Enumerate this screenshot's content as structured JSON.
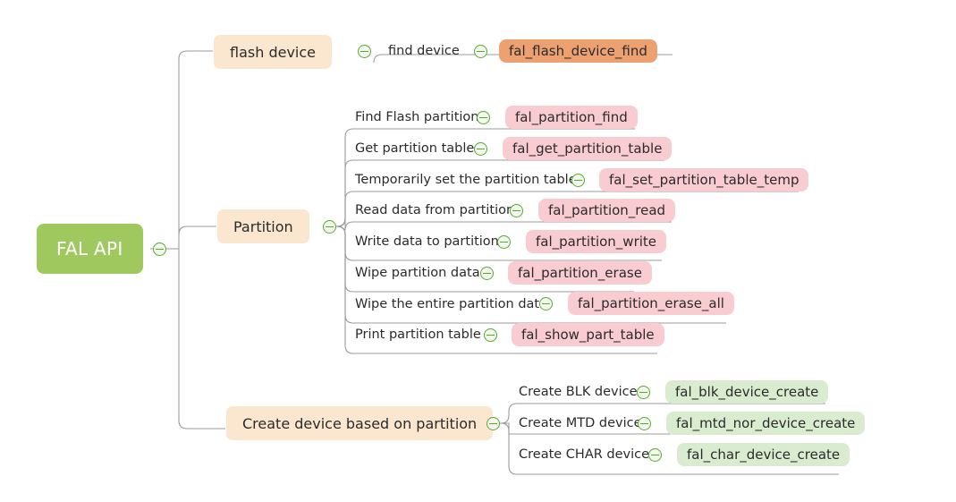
{
  "diagram": {
    "title": "FAL API",
    "type": "mind-map",
    "colors": {
      "root_fill": "#9fc95f",
      "root_text": "#ffffff",
      "topic_fill": "#fbe7cf",
      "chip_orange": "#eda171",
      "chip_pink": "#f9ccd2",
      "chip_green": "#d9ecd0",
      "link_line": "#9b9b9b",
      "toggle_stroke": "#5aa832",
      "background": "#ffffff"
    },
    "root": {
      "label": "FAL API",
      "toggle_icon": "collapse-minus-icon"
    },
    "branches": [
      {
        "label": "flash device",
        "toggle_icon": "collapse-minus-icon",
        "chip_style": "orange",
        "children": [
          {
            "label": "find device",
            "chip": "fal_flash_device_find",
            "toggle_icon": "collapse-minus-icon"
          }
        ]
      },
      {
        "label": "Partition",
        "toggle_icon": "collapse-minus-icon",
        "chip_style": "pink",
        "children": [
          {
            "label": "Find Flash partition",
            "chip": "fal_partition_find",
            "toggle_icon": "collapse-minus-icon"
          },
          {
            "label": "Get partition table",
            "chip": "fal_get_partition_table",
            "toggle_icon": "collapse-minus-icon"
          },
          {
            "label": "Temporarily set the partition table",
            "chip": "fal_set_partition_table_temp",
            "toggle_icon": "collapse-minus-icon"
          },
          {
            "label": "Read data from partition",
            "chip": "fal_partition_read",
            "toggle_icon": "collapse-minus-icon"
          },
          {
            "label": "Write data to partition",
            "chip": "fal_partition_write",
            "toggle_icon": "collapse-minus-icon"
          },
          {
            "label": "Wipe partition data",
            "chip": "fal_partition_erase",
            "toggle_icon": "collapse-minus-icon"
          },
          {
            "label": "Wipe the entire partition data",
            "chip": "fal_partition_erase_all",
            "toggle_icon": "collapse-minus-icon"
          },
          {
            "label": "Print partition table",
            "chip": "fal_show_part_table",
            "toggle_icon": "collapse-minus-icon"
          }
        ]
      },
      {
        "label": "Create device based on partition",
        "toggle_icon": "collapse-minus-icon",
        "chip_style": "green",
        "children": [
          {
            "label": "Create BLK device",
            "chip": "fal_blk_device_create",
            "toggle_icon": "collapse-minus-icon"
          },
          {
            "label": "Create MTD device",
            "chip": "fal_mtd_nor_device_create",
            "toggle_icon": "collapse-minus-icon"
          },
          {
            "label": "Create CHAR device",
            "chip": "fal_char_device_create",
            "toggle_icon": "collapse-minus-icon"
          }
        ]
      }
    ]
  }
}
